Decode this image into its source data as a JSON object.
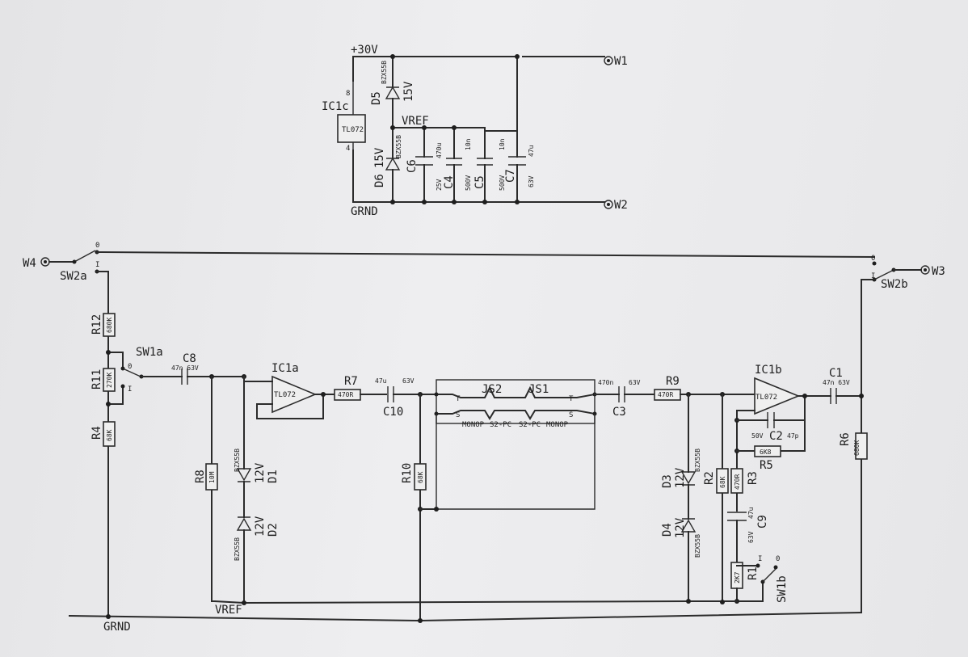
{
  "labels": {
    "supply": "+30V",
    "ic1c": "IC1c",
    "tl072": "TL072",
    "pin8": "8",
    "pin4": "4",
    "d5": "D5",
    "bzx55b": "BZX55B",
    "v15": "15V",
    "d6": "D6",
    "v15b": "15V",
    "vref_top": "VREF",
    "c6": "C6",
    "c6_val": "470u",
    "v25": "25V",
    "c4": "C4",
    "c4_val": "10n",
    "v500": "500V",
    "c5": "C5",
    "c5_val": "10n",
    "v500b": "500V",
    "c7": "C7",
    "c7_val": "47u",
    "v63": "63V",
    "grnd_top": "GRND",
    "w1": "W1",
    "w2": "W2",
    "w4": "W4",
    "w3": "W3",
    "sw2a": "SW2a",
    "sw2b": "SW2b",
    "sw0": "0",
    "sw1": "I",
    "r12": "R12",
    "r12_val": "680K",
    "r11": "R11",
    "r11_val": "270K",
    "r4": "R4",
    "r4_val": "68K",
    "sw1a": "SW1a",
    "c8": "C8",
    "c8_val": "47n 63V",
    "r8": "R8",
    "r8_val": "10M",
    "d1": "D1",
    "d1_v": "12V",
    "d1_type": "BZX55B",
    "d2": "D2",
    "d2_v": "12V",
    "d2_type": "BZX55B",
    "ic1a": "IC1a",
    "r7": "R7",
    "r7_val": "470R",
    "c10": "C10",
    "c10_val": "47u",
    "c10_v": "63V",
    "r10": "R10",
    "r10_val": "68K",
    "js2": "JS2",
    "js1": "JS1",
    "monop": "MONOP",
    "s2pc": "S2-PC",
    "pin_t": "T",
    "pin_s": "S",
    "c3": "C3",
    "c3_val": "470n",
    "c3_v": "63V",
    "r9": "R9",
    "r9_val": "470R",
    "d3": "D3",
    "d3_v": "12V",
    "d3_type": "BZX55B",
    "d4": "D4",
    "d4_v": "12V",
    "d4_type": "BZX55B",
    "r2": "R2",
    "r2_val": "68K",
    "r3": "R3",
    "r3_val": "470R",
    "ic1b": "IC1b",
    "c2": "C2",
    "c2_v": "50V",
    "c2_val": "47p",
    "r5": "R5",
    "r5_val": "6K8",
    "c9": "C9",
    "c9_val": "47u",
    "c9_v": "63V",
    "r1": "R1",
    "r1_val": "2K7",
    "sw1b": "SW1b",
    "c1": "C1",
    "c1_val": "47n 63V",
    "r6": "R6",
    "r6_val": "680K",
    "vref_bot": "VREF",
    "grnd_bot": "GRND"
  },
  "colors": {
    "paper": "#e9e9ea",
    "ink": "#2b2b2b"
  }
}
